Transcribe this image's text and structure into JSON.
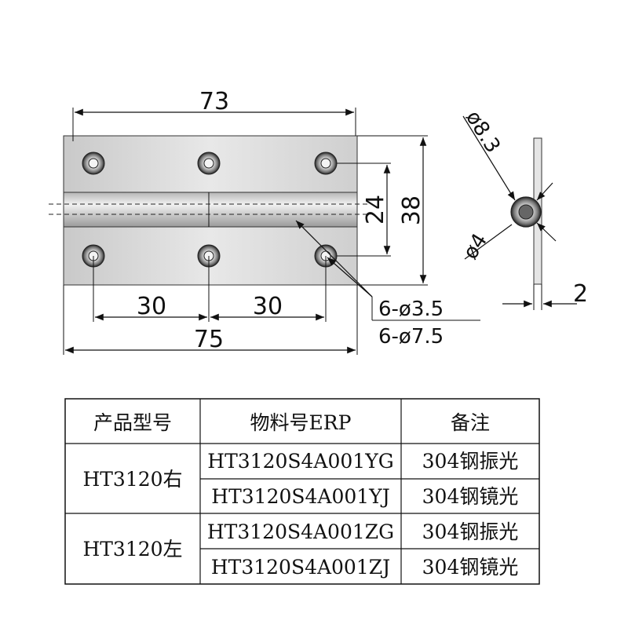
{
  "drawing": {
    "dim_top_width": "73",
    "dim_bottom_width": "75",
    "dim_hole_spacing_left": "30",
    "dim_hole_spacing_right": "30",
    "dim_hole_pitch": "24",
    "dim_height": "38",
    "hole_label_small": "6-ø3.5",
    "hole_label_large": "6-ø7.5",
    "side_diameter_outer": "ø8.3",
    "side_diameter_inner": "ø4",
    "side_thickness": "2"
  },
  "table": {
    "headers": [
      "产品型号",
      "物料号ERP",
      "备注"
    ],
    "groups": [
      {
        "model": "HT3120右",
        "rows": [
          {
            "erp": "HT3120S4A001YG",
            "note": "304钢振光"
          },
          {
            "erp": "HT3120S4A001YJ",
            "note": "304钢镜光"
          }
        ]
      },
      {
        "model": "HT3120左",
        "rows": [
          {
            "erp": "HT3120S4A001ZG",
            "note": "304钢振光"
          },
          {
            "erp": "HT3120S4A001ZJ",
            "note": "304钢镜光"
          }
        ]
      }
    ]
  }
}
